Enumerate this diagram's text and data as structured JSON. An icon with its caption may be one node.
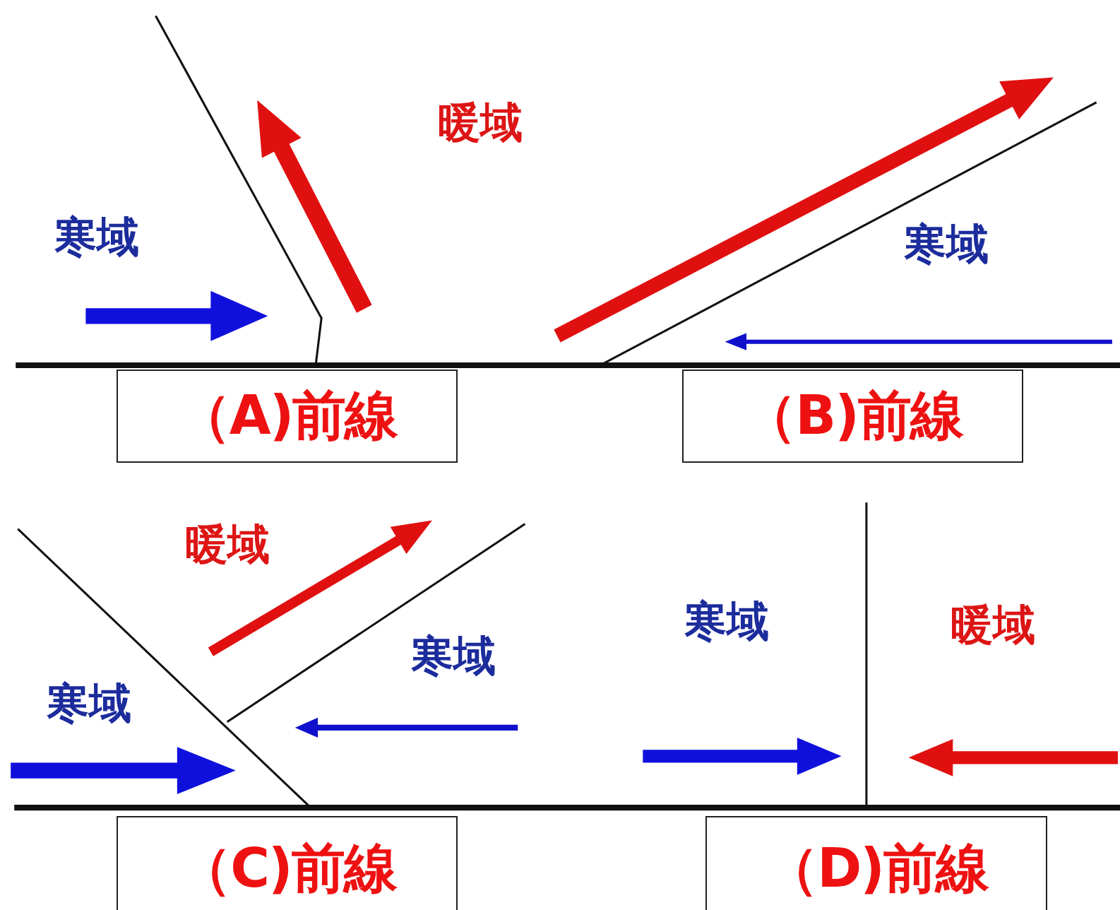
{
  "diagram": {
    "nodes": [
      {
        "text": [
          "（A)前線"
        ]
      },
      {
        "text": [
          "（B)前線"
        ]
      },
      {
        "text": [
          "（C)前線"
        ]
      },
      {
        "text": [
          "（D)前線"
        ]
      }
    ],
    "labels": [
      "暖域",
      "寒域",
      "寒域",
      "暖域",
      "寒域",
      "暖域",
      "寒域",
      "寒域"
    ]
  }
}
